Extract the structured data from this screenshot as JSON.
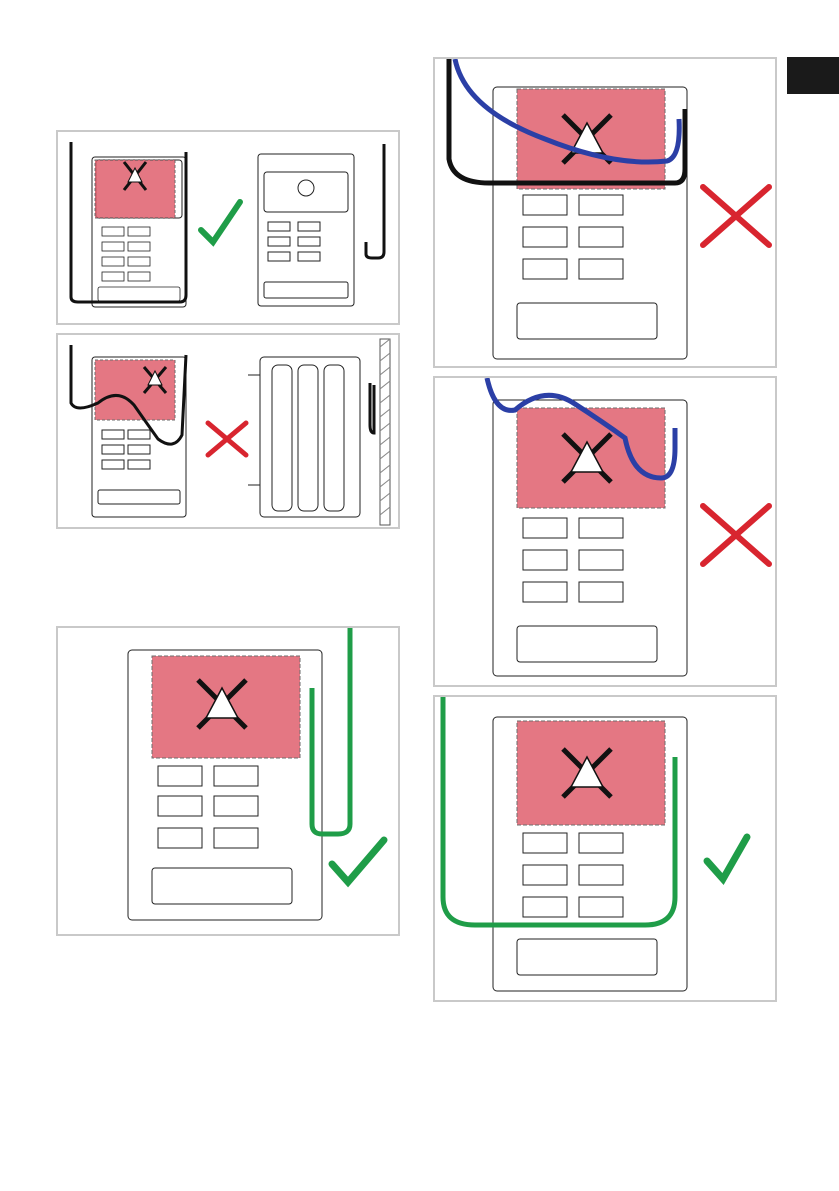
{
  "page": {
    "language_tab_color": "#1a1a1a",
    "colors": {
      "hot_zone": "#e0606e",
      "hose_correct": "#1f9d48",
      "hose_blue": "#2b3fa6",
      "hose_black": "#111111",
      "check_mark": "#1f9d48",
      "cross_mark": "#d8252f",
      "panel_border": "#c9c9c9"
    },
    "icons": {
      "hot_surface": "hot-surface-warning-icon",
      "correct": "check-icon",
      "incorrect": "cross-icon"
    }
  },
  "figures": [
    {
      "id": "A",
      "description_key": "hose-behind-appliance-correct-and-side-view",
      "verdict": "correct"
    },
    {
      "id": "B",
      "description_key": "hose-over-hot-zone-and-side-view-wall",
      "verdict": "incorrect"
    },
    {
      "id": "C",
      "description_key": "green-hose-at-side-correct",
      "verdict": "correct"
    },
    {
      "id": "D",
      "description_key": "black-and-blue-hose-over-hot-zone",
      "verdict": "incorrect"
    },
    {
      "id": "E",
      "description_key": "blue-hose-over-hot-zone",
      "verdict": "incorrect"
    },
    {
      "id": "F",
      "description_key": "green-hose-under-appliance-correct",
      "verdict": "correct"
    }
  ]
}
